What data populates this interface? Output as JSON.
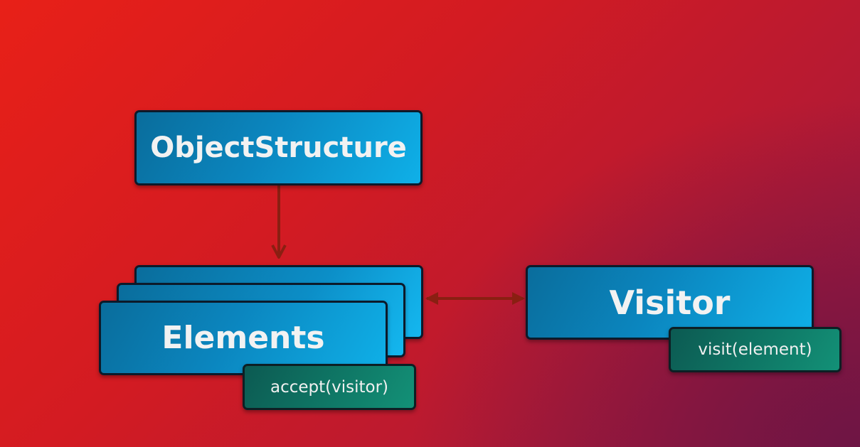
{
  "nodes": {
    "object_structure": "ObjectStructure",
    "elements": "Elements",
    "visitor": "Visitor"
  },
  "methods": {
    "elements_method": "accept(visitor)",
    "visitor_method": "visit(element)"
  },
  "colors": {
    "node_fill": "#0b86bf",
    "method_fill": "#0f7866",
    "arrow": "#8a1f12",
    "background_left": "#e82018",
    "background_right": "#961640"
  }
}
